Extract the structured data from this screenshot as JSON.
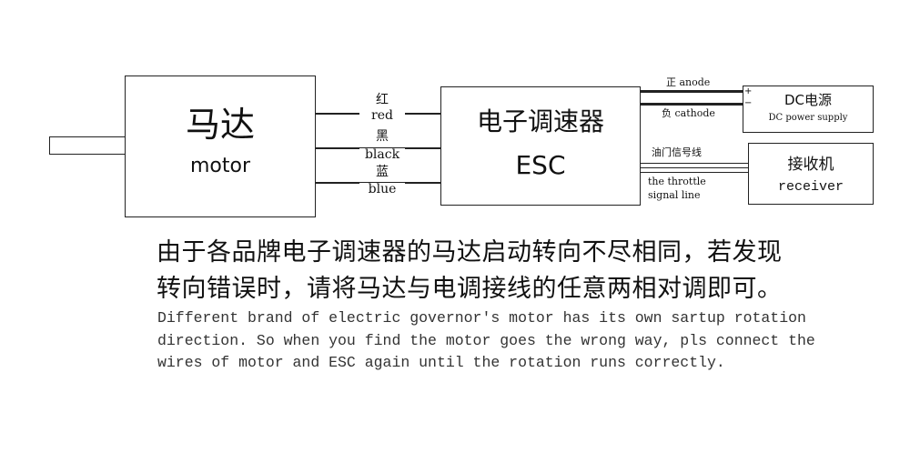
{
  "motor": {
    "title_cn": "马达",
    "title_en": "motor"
  },
  "wires": [
    {
      "cn": "红",
      "en": "red"
    },
    {
      "cn": "黑",
      "en": "black"
    },
    {
      "cn": "蓝",
      "en": "blue"
    }
  ],
  "esc": {
    "title_cn": "电子调速器",
    "title_en": "ESC"
  },
  "power": {
    "positive_label": "正 anode",
    "negative_label": "负  cathode",
    "plus_sign": "+",
    "minus_sign": "−",
    "title": "DC电源",
    "subtitle": "DC power supply"
  },
  "throttle": {
    "label_cn": "油门信号线",
    "label_en_1": "the throttle",
    "label_en_2": "signal line"
  },
  "receiver": {
    "title_cn": "接收机",
    "title_en": "receiver"
  },
  "note": {
    "cn_line1": "由于各品牌电子调速器的马达启动转向不尽相同，若发现",
    "cn_line2": "转向错误时，请将马达与电调接线的任意两相对调即可。",
    "en_line1": "Different brand of electric governor's motor has its own sartup rotation",
    "en_line2": "direction. So when you find the motor goes the wrong way, pls connect the",
    "en_line3": "wires of motor and ESC again until the rotation runs correctly."
  }
}
